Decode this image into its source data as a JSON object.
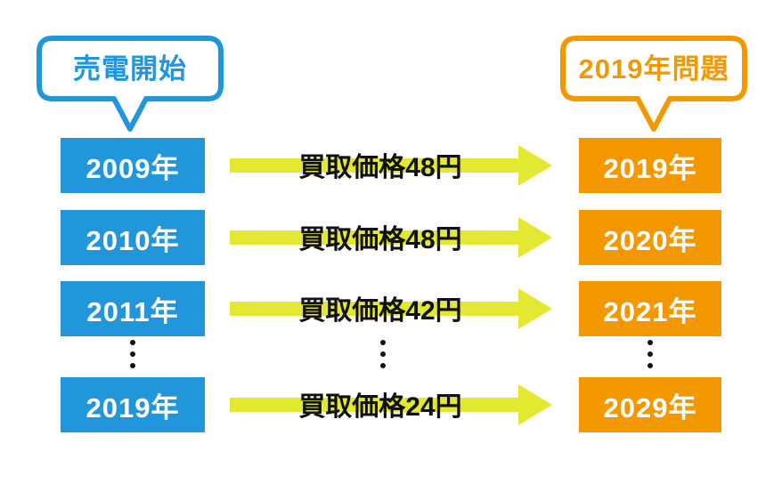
{
  "colors": {
    "blue": "#2196DB",
    "orange": "#F39800",
    "arrow": "#E2E930",
    "label": "#111111"
  },
  "callouts": {
    "left": {
      "label": "売電開始"
    },
    "right": {
      "label": "2019年問題"
    }
  },
  "rows": [
    {
      "start_year": "2009年",
      "arrow_label": "買取価格48円",
      "end_year": "2019年"
    },
    {
      "start_year": "2010年",
      "arrow_label": "買取価格48円",
      "end_year": "2020年"
    },
    {
      "start_year": "2011年",
      "arrow_label": "買取価格42円",
      "end_year": "2021年"
    },
    {
      "start_year": "2019年",
      "arrow_label": "買取価格24円",
      "end_year": "2029年"
    }
  ]
}
